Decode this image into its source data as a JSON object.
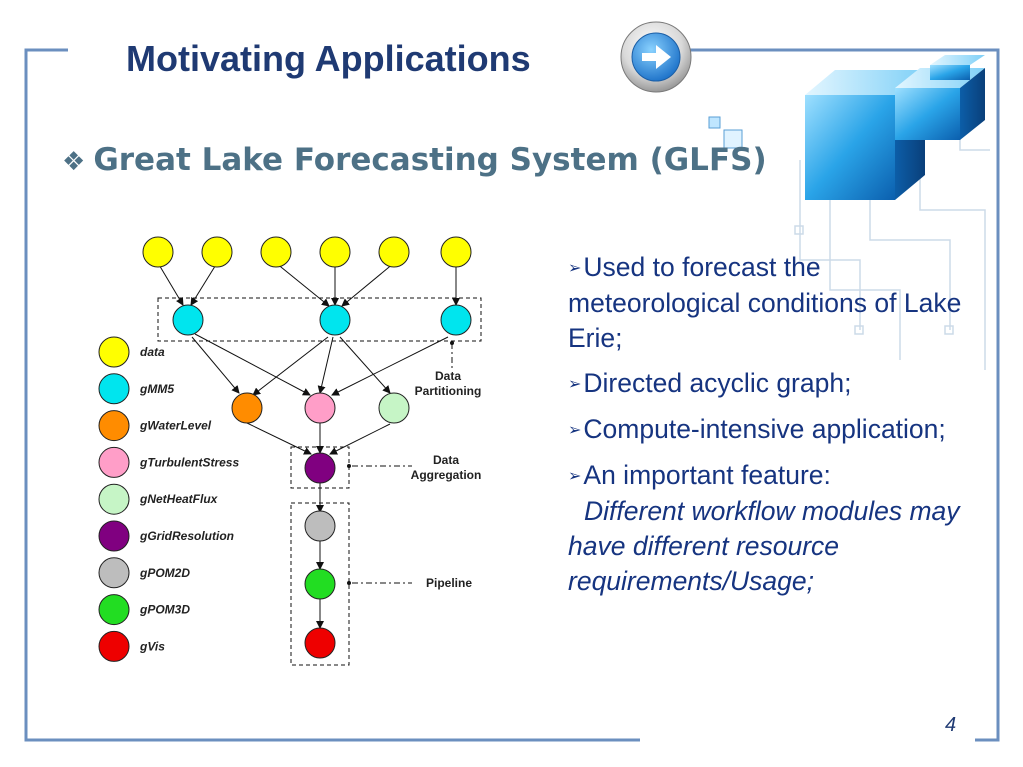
{
  "slide": {
    "title": "Motivating Applications",
    "subtitle": "Great Lake Forecasting System (GLFS)",
    "page_number": "4",
    "colors": {
      "frame": "#6b8fbf",
      "title": "#1f3a73",
      "subtitle": "#4d7186",
      "bullet_text": "#163480"
    },
    "icons": [
      "next-arrow-button-icon",
      "diamond-bullet-icon",
      "arrowhead-bullet-icon"
    ]
  },
  "bullets": {
    "b1": "Used to forecast the meteorological conditions of Lake Erie;",
    "b2": "Directed acyclic graph;",
    "b3": "Compute-intensive application;",
    "b4": "An important feature:",
    "b4_italic": "Different workflow modules may have different resource requirements/Usage;"
  },
  "diagram": {
    "legend": [
      {
        "label": "data",
        "color": "#ffff00"
      },
      {
        "label": "gMM5",
        "color": "#00e5ee"
      },
      {
        "label": "gWaterLevel",
        "color": "#ff8c00"
      },
      {
        "label": "gTurbulentStress",
        "color": "#ff9ec8"
      },
      {
        "label": "gNetHeatFlux",
        "color": "#c6f5c6"
      },
      {
        "label": "gGridResolution",
        "color": "#800080"
      },
      {
        "label": "gPOM2D",
        "color": "#bdbdbd"
      },
      {
        "label": "gPOM3D",
        "color": "#22dd22"
      },
      {
        "label": "gVis",
        "color": "#ee0000"
      }
    ],
    "notes": {
      "partitioning": [
        "Data",
        "Partitioning"
      ],
      "aggregation": [
        "Data",
        "Aggregation"
      ],
      "pipeline": "Pipeline"
    }
  }
}
